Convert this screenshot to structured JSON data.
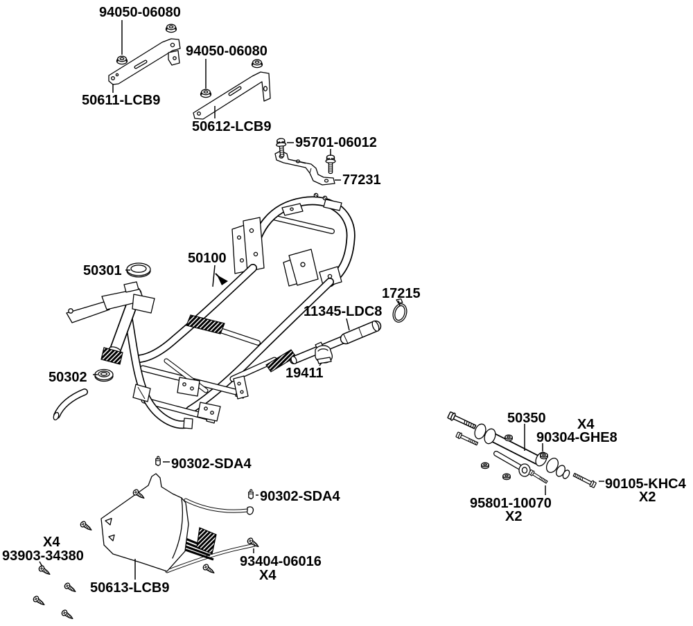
{
  "diagram": {
    "background": "#ffffff",
    "line_color": "#000000",
    "callouts": {
      "nut_upper_left": "94050-06080",
      "nut_upper_right": "94050-06080",
      "bracket_left": "50611-LCB9",
      "bracket_right": "50612-LCB9",
      "flange_bolt": "95701-06012",
      "stay": "77231",
      "race_upper": "50301",
      "frame_body": "50100",
      "band": "17215",
      "pipe_comp": "11345-LDC8",
      "pipe_clamp": "19411",
      "race_lower": "50302",
      "engine_hanger": "50350",
      "hanger_nut": "90304-GHE8",
      "hanger_nut_qty": "X4",
      "hanger_bolt": "90105-KHC4",
      "hanger_bolt_qty": "X2",
      "hanger_pin_bolt": "95801-10070",
      "hanger_pin_bolt_qty": "X2",
      "clip_upper": "90302-SDA4",
      "clip_lower": "90302-SDA4",
      "tapping_screw": "93903-34380",
      "tapping_screw_qty": "X4",
      "under_cover": "50613-LCB9",
      "washer_screw": "93404-06016",
      "washer_screw_qty": "X4"
    }
  }
}
